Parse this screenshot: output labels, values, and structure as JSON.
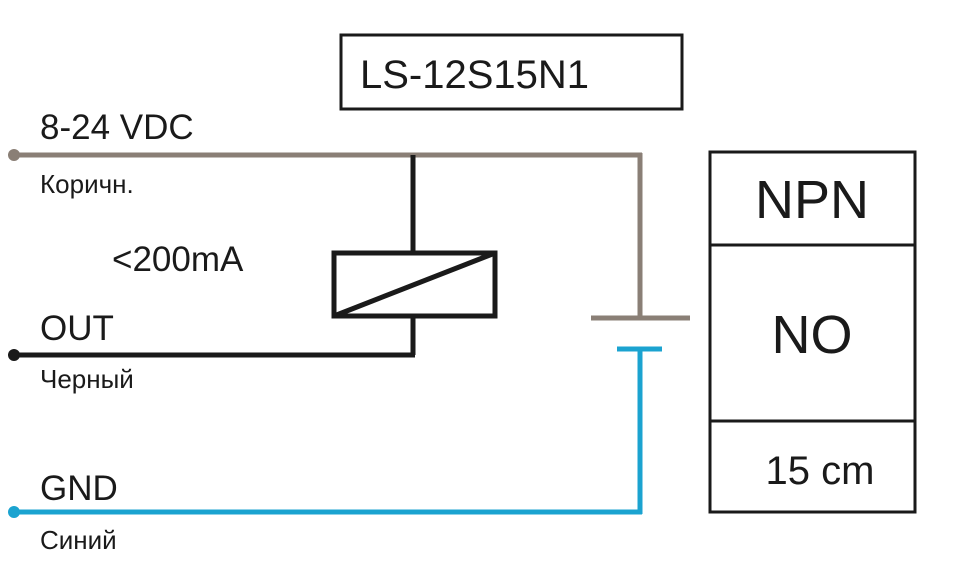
{
  "model": "LS-12S15N1",
  "terminals": {
    "supply": {
      "label": "8-24 VDC",
      "wire": "Коричн."
    },
    "output": {
      "label": "OUT",
      "wire": "Черный"
    },
    "ground": {
      "label": "GND",
      "wire": "Синий"
    }
  },
  "load": {
    "label": "<200mA"
  },
  "specs": {
    "type": "NPN",
    "contact": "NO",
    "cable": "15 cm"
  },
  "colors": {
    "brown_wire": "#8a7f76",
    "black_wire": "#1a1a1a",
    "blue_wire": "#1ba3d0",
    "text": "#1a1a1a"
  }
}
